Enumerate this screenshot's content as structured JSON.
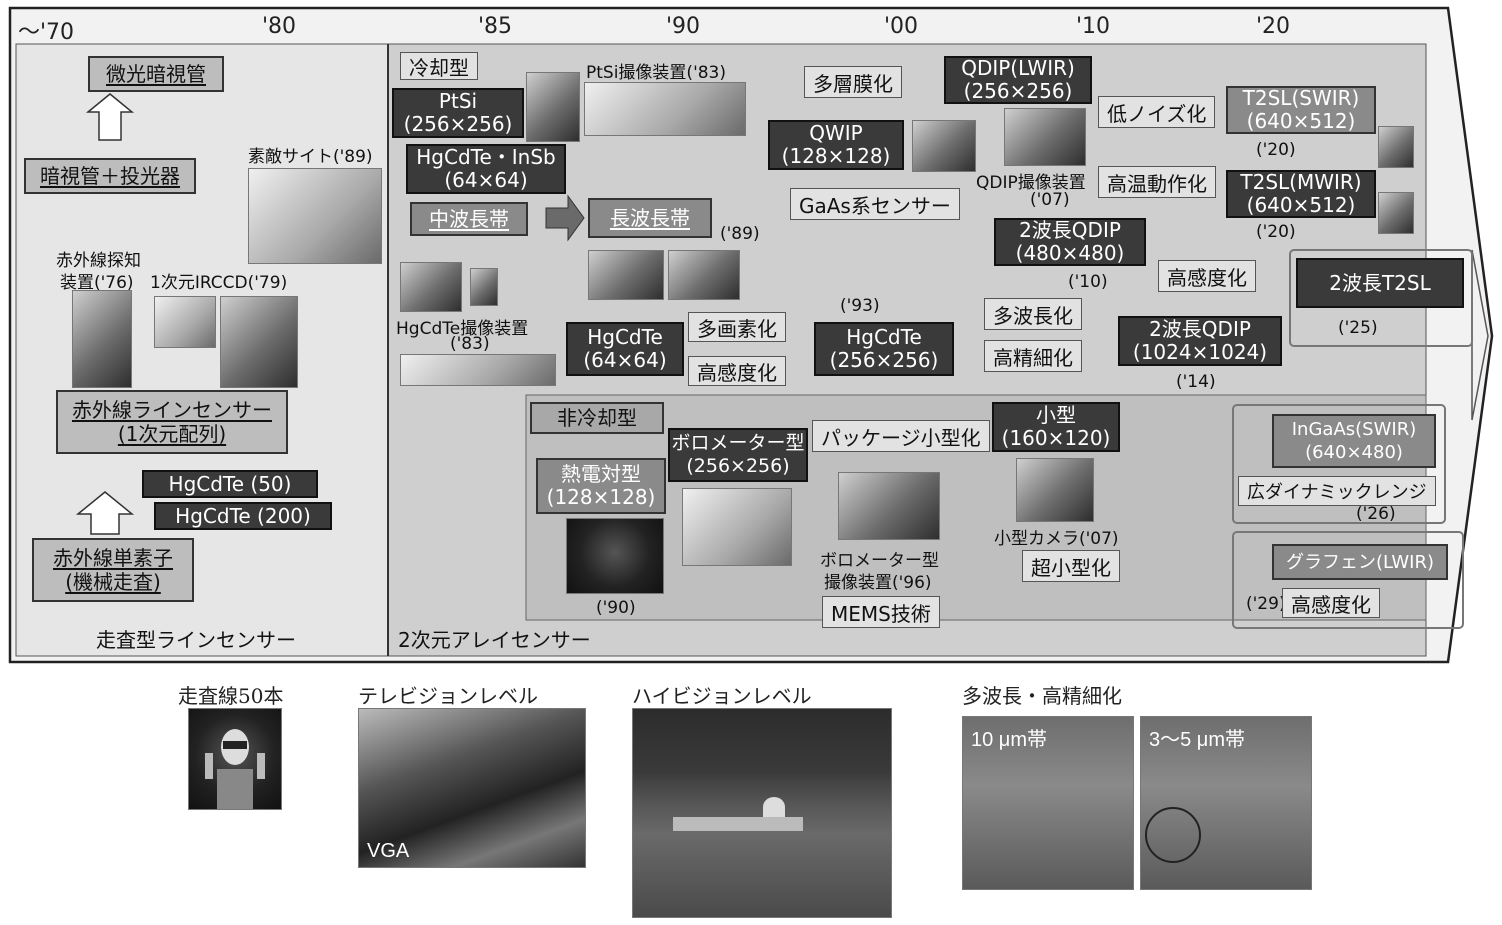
{
  "years": [
    "～'70",
    "'80",
    "'85",
    "'90",
    "'00",
    "'10",
    "'20"
  ],
  "left": {
    "b1": "微光暗視管",
    "b2": "暗視管＋投光器",
    "tag_suteki": "素敵サイト('89)",
    "tag_ir1": "赤外線探知",
    "tag_ir2": "装置('76)",
    "tag_ccd": "1次元IRCCD('79)",
    "b3_l1": "赤外線ラインセンサー",
    "b3_l2": "(1次元配列)",
    "hg50": "HgCdTe  (50)",
    "hg200": "HgCdTe  (200)",
    "b4_l1": "赤外線単素子",
    "b4_l2": "(機械走査)",
    "footer": "走査型ラインセンサー"
  },
  "cooled": {
    "title": "冷却型",
    "ptsi_l1": "PtSi",
    "ptsi_l2": "(256×256)",
    "ptsi_dev": "PtSi撮像装置('83)",
    "hg_l1": "HgCdTe・InSb",
    "hg_l2": "(64×64)",
    "mwir": "中波長帯",
    "lwir": "長波長帯",
    "y89": "('89)",
    "hg_dev": "HgCdTe撮像装置",
    "y83": "('83)",
    "hg64_l1": "HgCdTe",
    "hg64_l2": "(64×64)",
    "multi_pixel": "多画素化",
    "hisens": "高感度化",
    "y93": "('93)",
    "hg256_l1": "HgCdTe",
    "hg256_l2": "(256×256)",
    "multilayer": "多層膜化",
    "qwip_l1": "QWIP",
    "qwip_l2": "(128×128)",
    "gaas": "GaAs系センサー",
    "qdip_l1": "QDIP(LWIR)",
    "qdip_l2": "(256×256)",
    "qdip_dev1": "QDIP撮像装置",
    "qdip_dev2": "('07)",
    "lownoise": "低ノイズ化",
    "hightemp": "高温動作化",
    "t2sl_s_l1": "T2SL(SWIR)",
    "t2sl_s_l2": "(640×512)",
    "y20a": "('20)",
    "t2sl_m_l1": "T2SL(MWIR)",
    "t2sl_m_l2": "(640×512)",
    "y20b": "('20)",
    "dq480_l1": "2波長QDIP",
    "dq480_l2": "(480×480)",
    "y10": "('10)",
    "hisens2": "高感度化",
    "multiwave": "多波長化",
    "hires": "高精細化",
    "dq1024_l1": "2波長QDIP",
    "dq1024_l2": "(1024×1024)",
    "y14": "('14)",
    "t2sl2": "2波長T2SL",
    "y25": "('25)"
  },
  "uncooled": {
    "title": "非冷却型",
    "thermo_l1": "熱電対型",
    "thermo_l2": "(128×128)",
    "y90": "('90)",
    "bolo_l1": "ボロメーター型",
    "bolo_l2": "(256×256)",
    "pkg": "パッケージ小型化",
    "bolo_dev1": "ボロメーター型",
    "bolo_dev2": "撮像装置('96)",
    "small_l1": "小型",
    "small_l2": "(160×120)",
    "cam": "小型カメラ('07)",
    "ultra": "超小型化",
    "mems": "MEMS技術",
    "ingaas_l1": "InGaAs(SWIR)",
    "ingaas_l2": "(640×480)",
    "wdr": "広ダイナミックレンジ",
    "y26": "('26)",
    "graphene": "グラフェン(LWIR)",
    "y29": "('29)",
    "hisens3": "高感度化",
    "footer": "2次元アレイセンサー"
  },
  "bottom": {
    "c1": "走査線50本",
    "c2": "テレビジョンレベル",
    "vga": "VGA",
    "c3": "ハイビジョンレベル",
    "c4": "多波長・高精細化",
    "band10": "10 μm帯",
    "band35": "3〜5 μm帯"
  },
  "colors": {
    "dark": "#3a3a3a",
    "mid": "#8a8a8a",
    "light": "#bdbdbd",
    "panel": "#d4d4d4"
  }
}
